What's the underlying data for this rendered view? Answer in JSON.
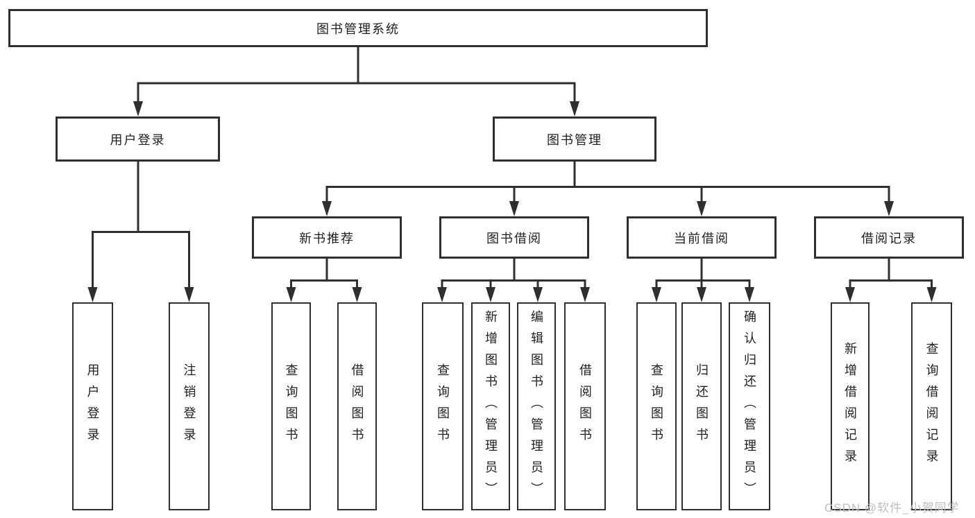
{
  "colors": {
    "line": "#2f2f2f",
    "text": "#1f1f1f",
    "watermark": "#bdbdbd"
  },
  "watermark": "CSDN @软件_小贺同学",
  "tree": {
    "root": {
      "label": "图书管理系统",
      "children": [
        {
          "label": "用户登录",
          "children": [
            {
              "label": "用户登录"
            },
            {
              "label": "注销登录"
            }
          ]
        },
        {
          "label": "图书管理",
          "children": [
            {
              "label": "新书推荐",
              "children": [
                {
                  "label": "查询图书"
                },
                {
                  "label": "借阅图书"
                }
              ]
            },
            {
              "label": "图书借阅",
              "children": [
                {
                  "label": "查询图书"
                },
                {
                  "label": "新增图书（管理员）"
                },
                {
                  "label": "编辑图书（管理员）"
                },
                {
                  "label": "借阅图书"
                }
              ]
            },
            {
              "label": "当前借阅",
              "children": [
                {
                  "label": "查询图书"
                },
                {
                  "label": "归还图书"
                },
                {
                  "label": "确认归还（管理员）"
                }
              ]
            },
            {
              "label": "借阅记录",
              "children": [
                {
                  "label": "新增借阅记录"
                },
                {
                  "label": "查询借阅记录"
                }
              ]
            }
          ]
        }
      ]
    }
  }
}
